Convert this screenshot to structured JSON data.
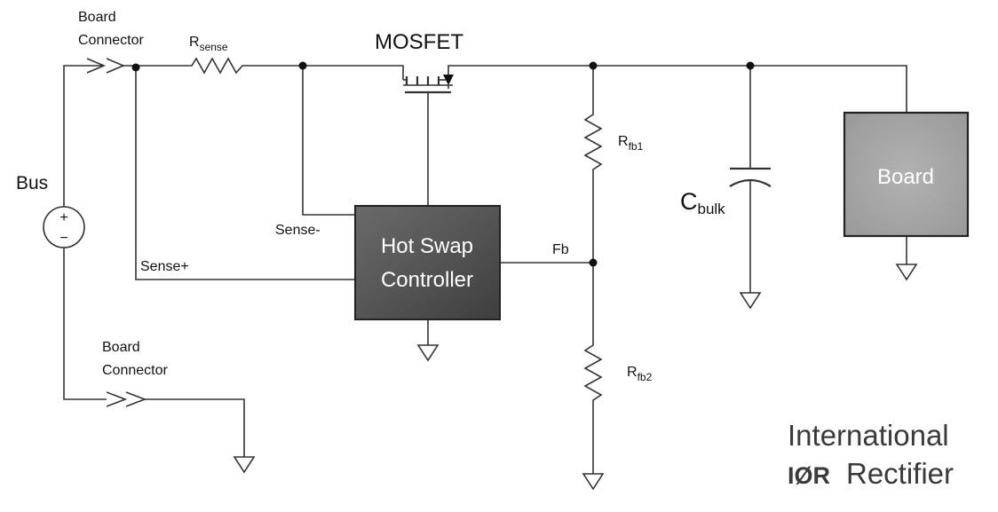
{
  "labels": {
    "board_connector_top_line1": "Board",
    "board_connector_top_line2": "Connector",
    "board_connector_bottom_line1": "Board",
    "board_connector_bottom_line2": "Connector",
    "rsense_main": "R",
    "rsense_sub": "sense",
    "mosfet": "MOSFET",
    "bus": "Bus",
    "source_plus": "+",
    "source_minus": "−",
    "sense_minus": "Sense-",
    "sense_plus": "Sense+",
    "fb": "Fb",
    "rfb1_main": "R",
    "rfb1_sub": "fb1",
    "rfb2_main": "R",
    "rfb2_sub": "fb2",
    "cbulk_main": "C",
    "cbulk_sub": "bulk"
  },
  "blocks": {
    "controller_line1": "Hot Swap",
    "controller_line2": "Controller",
    "board": "Board"
  },
  "logo": {
    "line1": "International",
    "mark": "IØR",
    "line2": "Rectifier"
  },
  "colors": {
    "controller_fill": "#575757",
    "board_fill": "#a6a6a6",
    "wire": "#333333"
  }
}
